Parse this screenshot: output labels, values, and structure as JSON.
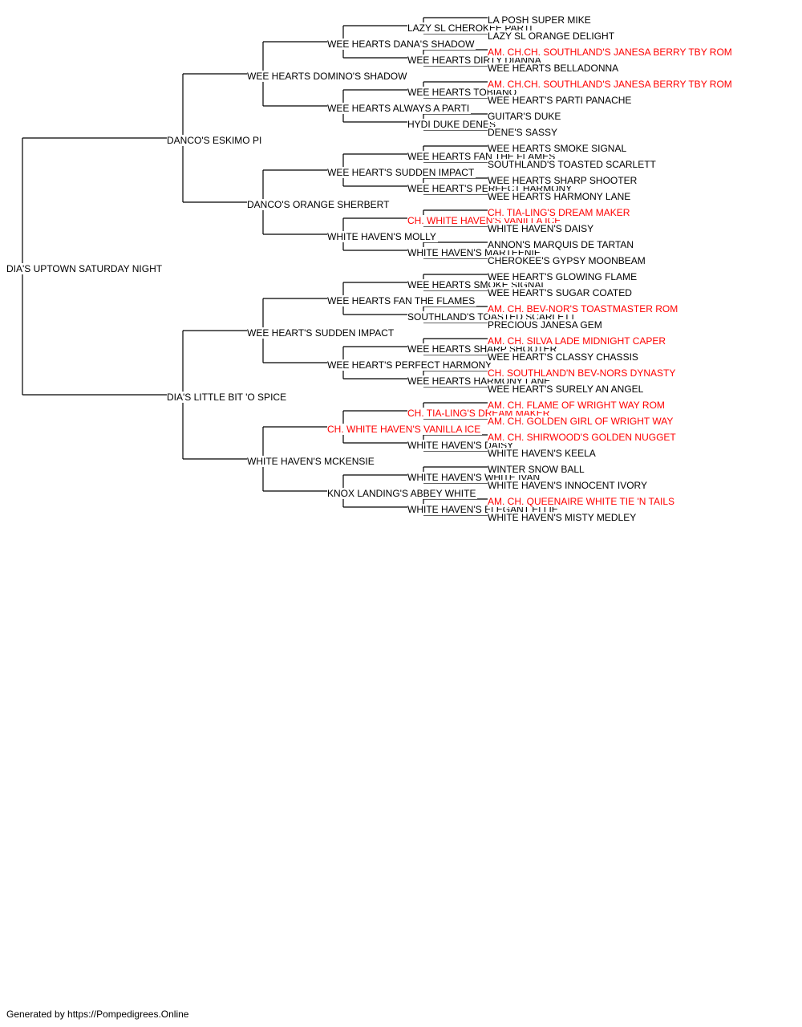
{
  "colors": {
    "champion": "#ff0000",
    "normal": "#000000",
    "line": "#000000"
  },
  "pedigree": {
    "name": "DIA'S UPTOWN SATURDAY NIGHT",
    "sire": {
      "name": "DANCO'S ESKIMO PI",
      "sire": {
        "name": "WEE HEARTS DOMINO'S SHADOW",
        "sire": {
          "name": "WEE HEARTS DANA'S SHADOW",
          "sire": {
            "name": "LAZY SL CHEROKEE PARTI",
            "sire": {
              "name": "LA POSH SUPER MIKE"
            },
            "dam": {
              "name": "LAZY SL ORANGE DELIGHT"
            }
          },
          "dam": {
            "name": "WEE HEARTS DIRTY DIANNA",
            "sire": {
              "name": "AM. CH.CH. SOUTHLAND'S JANESA BERRY TBY ROM",
              "champion": true
            },
            "dam": {
              "name": "WEE HEARTS BELLADONNA"
            }
          }
        },
        "dam": {
          "name": "WEE HEARTS ALWAYS A PARTI",
          "sire": {
            "name": "WEE HEARTS TOBIANO",
            "sire": {
              "name": "AM. CH.CH. SOUTHLAND'S JANESA BERRY TBY ROM",
              "champion": true
            },
            "dam": {
              "name": "WEE HEART'S PARTI PANACHE"
            }
          },
          "dam": {
            "name": "HYDI DUKE DENES",
            "sire": {
              "name": "GUITAR'S DUKE"
            },
            "dam": {
              "name": "DENE'S SASSY"
            }
          }
        }
      },
      "dam": {
        "name": "DANCO'S ORANGE SHERBERT",
        "sire": {
          "name": "WEE HEART'S SUDDEN IMPACT",
          "sire": {
            "name": "WEE HEARTS FAN THE FLAMES",
            "sire": {
              "name": "WEE HEARTS SMOKE SIGNAL"
            },
            "dam": {
              "name": "SOUTHLAND'S TOASTED SCARLETT"
            }
          },
          "dam": {
            "name": "WEE HEART'S PERFECT HARMONY",
            "sire": {
              "name": "WEE HEARTS SHARP SHOOTER"
            },
            "dam": {
              "name": "WEE HEARTS HARMONY LANE"
            }
          }
        },
        "dam": {
          "name": "WHITE HAVEN'S MOLLY",
          "sire": {
            "name": "CH. WHITE HAVEN'S VANILLA ICE",
            "champion": true,
            "sire": {
              "name": "CH. TIA-LING'S DREAM MAKER",
              "champion": true
            },
            "dam": {
              "name": "WHITE HAVEN'S DAISY"
            }
          },
          "dam": {
            "name": "WHITE HAVEN'S MARTEENIE",
            "sire": {
              "name": "ANNON'S MARQUIS DE TARTAN"
            },
            "dam": {
              "name": "CHEROKEE'S GYPSY MOONBEAM"
            }
          }
        }
      }
    },
    "dam": {
      "name": "DIA'S LITTLE BIT 'O SPICE",
      "sire": {
        "name": "WEE HEART'S SUDDEN IMPACT",
        "sire": {
          "name": "WEE HEARTS FAN THE FLAMES",
          "sire": {
            "name": "WEE HEARTS SMOKE SIGNAL",
            "sire": {
              "name": "WEE HEART'S GLOWING FLAME"
            },
            "dam": {
              "name": "WEE HEART'S SUGAR COATED"
            }
          },
          "dam": {
            "name": "SOUTHLAND'S TOASTED SCARLETT",
            "sire": {
              "name": "AM. CH. BEV-NOR'S TOASTMASTER ROM",
              "champion": true
            },
            "dam": {
              "name": "PRECIOUS JANESA GEM"
            }
          }
        },
        "dam": {
          "name": "WEE HEART'S PERFECT HARMONY",
          "sire": {
            "name": "WEE HEARTS SHARP SHOOTER",
            "sire": {
              "name": "AM. CH. SILVA LADE MIDNIGHT CAPER",
              "champion": true
            },
            "dam": {
              "name": "WEE HEART'S CLASSY CHASSIS"
            }
          },
          "dam": {
            "name": "WEE HEARTS HARMONY LANE",
            "sire": {
              "name": "CH. SOUTHLAND'N BEV-NORS DYNASTY",
              "champion": true
            },
            "dam": {
              "name": "WEE HEART'S SURELY AN ANGEL"
            }
          }
        }
      },
      "dam": {
        "name": "WHITE HAVEN'S MCKENSIE",
        "sire": {
          "name": "CH. WHITE HAVEN'S VANILLA ICE",
          "champion": true,
          "sire": {
            "name": "CH. TIA-LING'S DREAM MAKER",
            "champion": true,
            "sire": {
              "name": "AM. CH. FLAME OF WRIGHT WAY ROM",
              "champion": true
            },
            "dam": {
              "name": "AM. CH. GOLDEN GIRL OF WRIGHT WAY",
              "champion": true
            }
          },
          "dam": {
            "name": "WHITE HAVEN'S DAISY",
            "sire": {
              "name": "AM. CH. SHIRWOOD'S GOLDEN NUGGET",
              "champion": true
            },
            "dam": {
              "name": "WHITE HAVEN'S KEELA"
            }
          }
        },
        "dam": {
          "name": "KNOX LANDING'S ABBEY WHITE",
          "sire": {
            "name": "WHITE HAVEN'S WHITE IVAN",
            "sire": {
              "name": "WINTER SNOW BALL"
            },
            "dam": {
              "name": "WHITE HAVEN'S INNOCENT IVORY"
            }
          },
          "dam": {
            "name": "WHITE HAVEN'S ELEGANT ELLIE",
            "sire": {
              "name": "AM. CH. QUEENAIRE WHITE TIE 'N TAILS",
              "champion": true
            },
            "dam": {
              "name": "WHITE HAVEN'S MISTY MEDLEY"
            }
          }
        }
      }
    }
  },
  "footer": {
    "text": "Generated by https://Pompedigrees.Online"
  }
}
